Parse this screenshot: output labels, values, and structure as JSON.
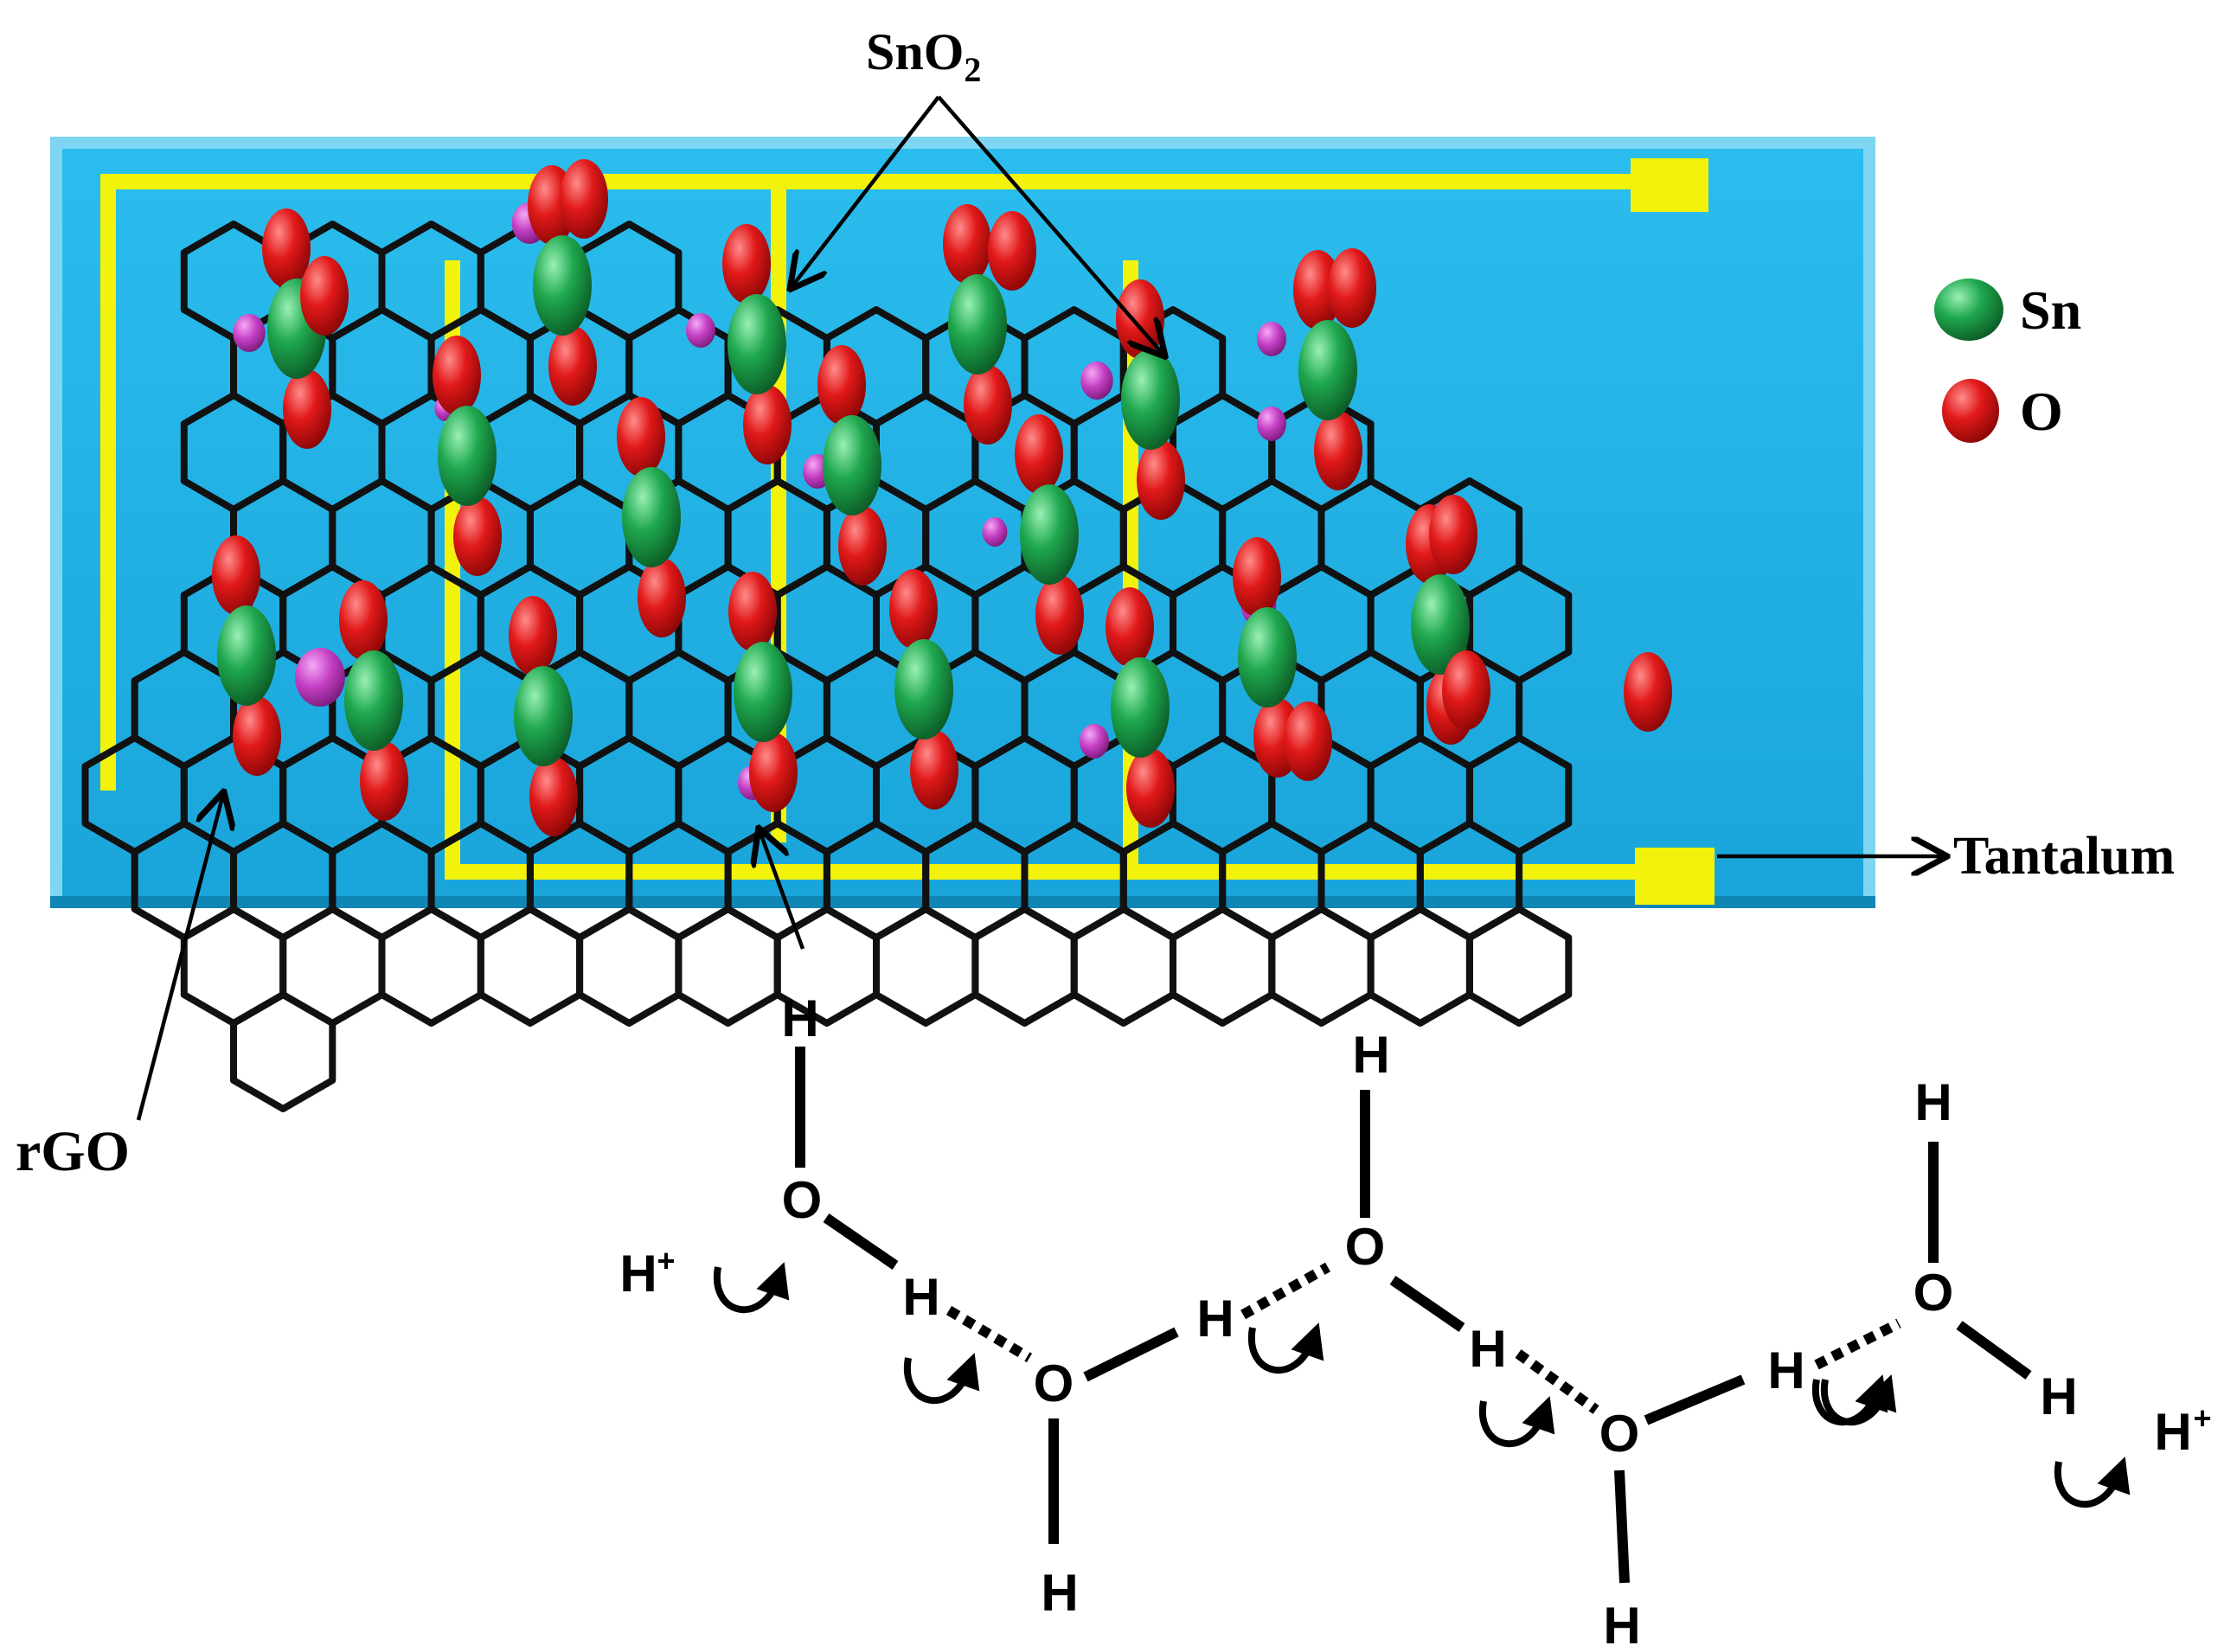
{
  "labels": {
    "sno2_main": "SnO",
    "sno2_sub": "2",
    "tantalum": "Tantalum",
    "rgo": "rGO",
    "h_probe": "H"
  },
  "legend": {
    "items": [
      {
        "label": "Sn",
        "color": "#1fa84f"
      },
      {
        "label": "O",
        "color": "#e11919"
      }
    ]
  },
  "chain": {
    "hydrogen": "H",
    "oxygen": "O",
    "proton_left": "H",
    "proton_right": "H",
    "proton_charge": "+"
  },
  "colors": {
    "substrate": "#1fb1e6",
    "electrode": "#f2f20c",
    "lattice": "#111111",
    "sn_atom": "#1fa84f",
    "o_atom": "#e11919",
    "h_atom": "#c43fc4"
  }
}
